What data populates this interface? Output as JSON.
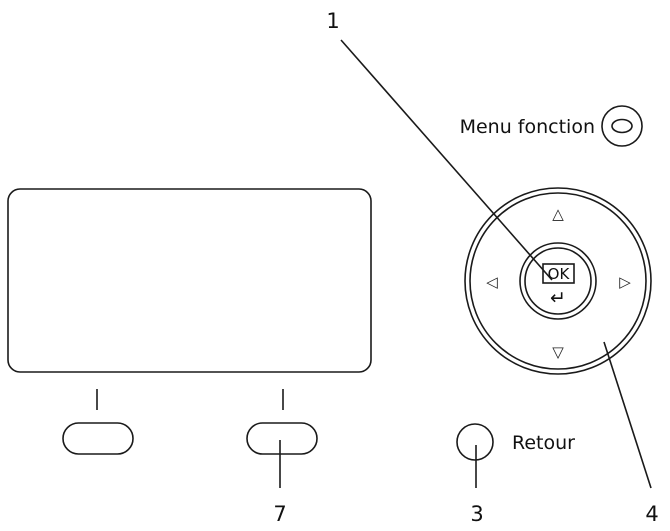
{
  "labels": {
    "menu_fonction": "Menu fonction",
    "retour": "Retour",
    "ok": "OK",
    "enter_glyph": "↵"
  },
  "callouts": {
    "c1": "1",
    "c3": "3",
    "c4": "4",
    "c7": "7"
  },
  "arrows": {
    "up": "△",
    "down": "▽",
    "left": "◁",
    "right": "▷"
  }
}
